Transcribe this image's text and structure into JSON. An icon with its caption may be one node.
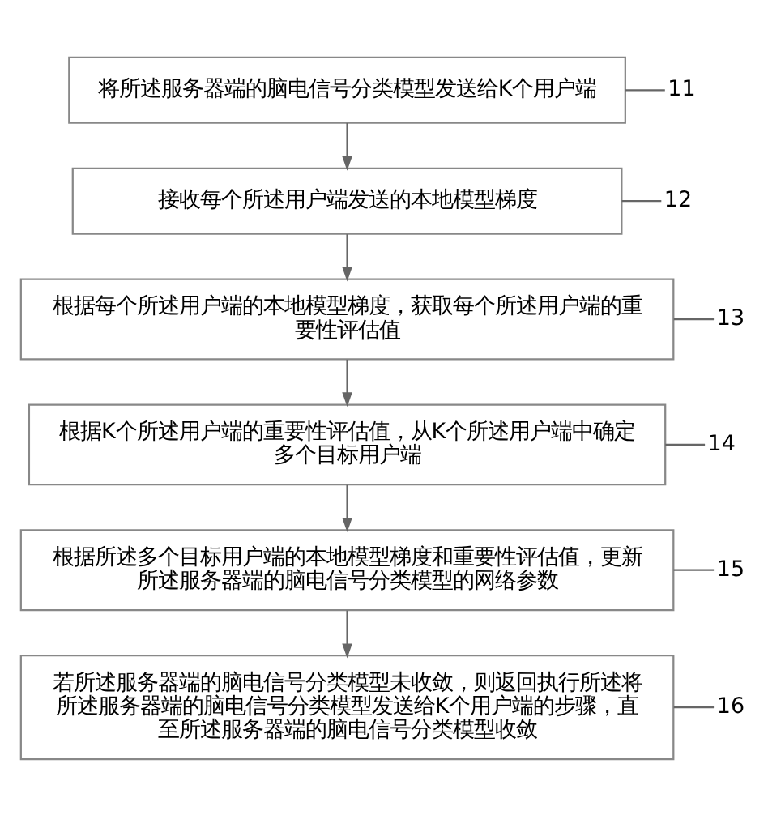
{
  "diagram": {
    "nodes": [
      {
        "text": [
          "将所述服务器端的脑电信号分类模型发送给K个用户端"
        ]
      },
      {
        "text": [
          "接收每个所述用户端发送的本地模型梯度"
        ]
      },
      {
        "text": [
          "根据每个所述用户端的本地模型梯度，获取每个所述用户端的重要性评估值"
        ]
      },
      {
        "text": [
          "根据K个所述用户端的重要性评估值，从K个所述用户端中确定多个目标用户端"
        ]
      },
      {
        "text": [
          "根据所述多个目标用户端的本地模型梯度和重要性评估值，更新所述服务器端的脑电信号分类模型的网络参数"
        ]
      },
      {
        "text": [
          "若所述服务器端的脑电信号分类模型未收敛，则返回执行所述将所述服务器端的脑电信号分类模型发送给K个用户端的步骤，直至所述服务器端的脑电信号分类模型收敛"
        ]
      },
      {
        "text": [
          "11"
        ]
      },
      {
        "text": [
          "12"
        ]
      },
      {
        "text": [
          "13"
        ]
      },
      {
        "text": [
          "14"
        ]
      },
      {
        "text": [
          "15"
        ]
      },
      {
        "text": [
          "16"
        ]
      }
    ],
    "edges": [
      {
        "from": 0,
        "to": 1,
        "arrow": "to"
      },
      {
        "from": 1,
        "to": 2,
        "arrow": "to"
      },
      {
        "from": 2,
        "to": 3,
        "arrow": "to"
      },
      {
        "from": 3,
        "to": 4,
        "arrow": "to"
      },
      {
        "from": 4,
        "to": 5,
        "arrow": "to"
      },
      {
        "from": 6,
        "to": 0,
        "arrow": "none"
      },
      {
        "from": 7,
        "to": 1,
        "arrow": "none"
      },
      {
        "from": 8,
        "to": 2,
        "arrow": "none"
      },
      {
        "from": 9,
        "to": 3,
        "arrow": "none"
      },
      {
        "from": 10,
        "to": 4,
        "arrow": "none"
      },
      {
        "from": 11,
        "to": 5,
        "arrow": "none"
      }
    ]
  }
}
